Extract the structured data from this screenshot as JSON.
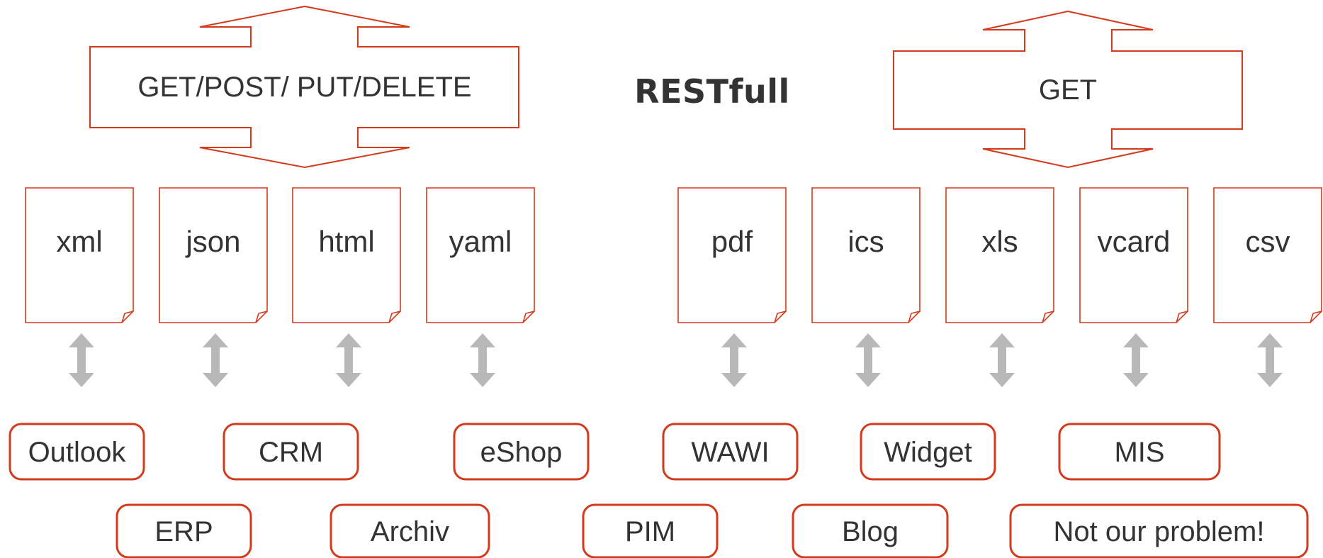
{
  "title": "RESTfull",
  "colors": {
    "accent": "#d33a1c",
    "text": "#333333",
    "connector": "#b8b8b8",
    "background": "#ffffff"
  },
  "arrows": [
    {
      "id": "rw",
      "label": "GET/POST/ PUT/DELETE"
    },
    {
      "id": "ro",
      "label": "GET"
    }
  ],
  "formats": [
    "xml",
    "json",
    "html",
    "yaml",
    "pdf",
    "ics",
    "xls",
    "vcard",
    "csv"
  ],
  "systems_row1": [
    "Outlook",
    "CRM",
    "eShop",
    "WAWI",
    "Widget",
    "MIS"
  ],
  "systems_row2": [
    "ERP",
    "Archiv",
    "PIM",
    "Blog",
    "Not our problem!"
  ]
}
